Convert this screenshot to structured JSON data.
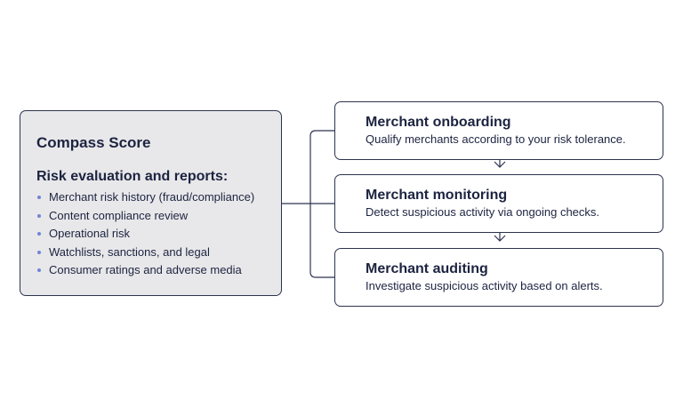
{
  "score_panel": {
    "title": "Compass Score",
    "subtitle": "Risk evaluation and reports:",
    "items": [
      "Merchant risk history (fraud/compliance)",
      "Content compliance review",
      "Operational risk",
      "Watchlists, sanctions, and legal",
      "Consumer ratings and adverse media"
    ]
  },
  "steps": [
    {
      "title": "Merchant onboarding",
      "description": "Qualify merchants according to your risk tolerance."
    },
    {
      "title": "Merchant monitoring",
      "description": "Detect suspicious activity via ongoing checks."
    },
    {
      "title": "Merchant auditing",
      "description": "Investigate suspicious activity based on alerts."
    }
  ],
  "colors": {
    "panel_fill": "#e8e8ea",
    "outline": "#2c3350",
    "bullet": "#6f84d8",
    "text": "#1c2340"
  }
}
